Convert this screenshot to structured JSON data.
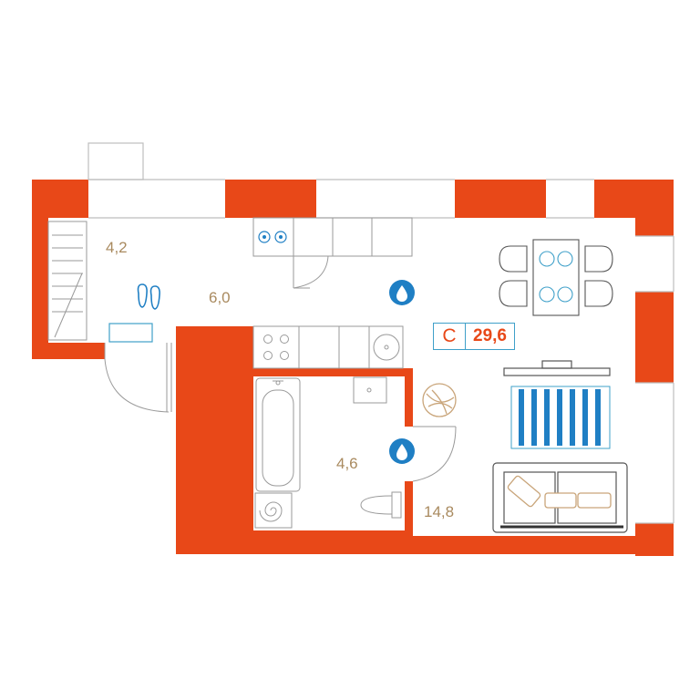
{
  "plan": {
    "apartment_type": "С",
    "total_area": "29,6",
    "rooms": [
      {
        "id": "balcony",
        "area": "4,2"
      },
      {
        "id": "hallway",
        "area": "6,0"
      },
      {
        "id": "bathroom",
        "area": "4,6"
      },
      {
        "id": "living-room",
        "area": "14,8"
      }
    ]
  },
  "colors": {
    "wall": "#e84818",
    "fixture_stroke": "#9a9a9a",
    "accent_blue": "#1f7fc4",
    "area_text": "#a98a5f",
    "furniture_beige": "#c9a57a"
  },
  "icons": [
    "slippers-icon",
    "water-drop-icon",
    "stove-icon",
    "sink-icon",
    "bathtub-icon",
    "toilet-icon",
    "washing-machine-icon",
    "armchair-icon",
    "sofa-icon",
    "rug-icon",
    "dining-table-icon",
    "tv-icon"
  ]
}
